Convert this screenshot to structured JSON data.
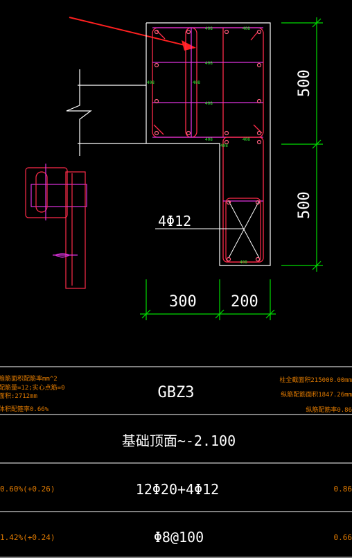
{
  "colors": {
    "background": "#000000",
    "outline": "#ffffff",
    "rebar_main": "#ff2b4a",
    "stirrup": "#e033e0",
    "dimension": "#00dd00",
    "dim_text": "#ffffff",
    "annotation": "#e07a00",
    "small_label": "#33ee33",
    "arrow": "#ff2020"
  },
  "drawing": {
    "dim_right_upper": "500",
    "dim_right_lower": "500",
    "dim_bottom_left": "300",
    "dim_bottom_right": "200",
    "callout_rebar": "4Φ12",
    "small_tag": "408"
  },
  "table": {
    "row1": {
      "left_lines": [
        "箍筋面积配筋率mm^2",
        "配筋量=12;实心点筋=0",
        "面积:2712mm",
        "体积配箍率0.66%"
      ],
      "center": "GBZ3",
      "right_lines": [
        "柱全截面积215000.00mm",
        "纵筋配筋面积1847.26mm",
        "纵筋配筋率0.86"
      ]
    },
    "row2": {
      "center": "基础顶面~-2.100"
    },
    "row3": {
      "left": "0.60%(+0.26)",
      "center": "12Φ20+4Φ12",
      "right": "0.86"
    },
    "row4": {
      "left": "1.42%(+0.24)",
      "center": "Φ8@100",
      "right": "0.66"
    }
  }
}
